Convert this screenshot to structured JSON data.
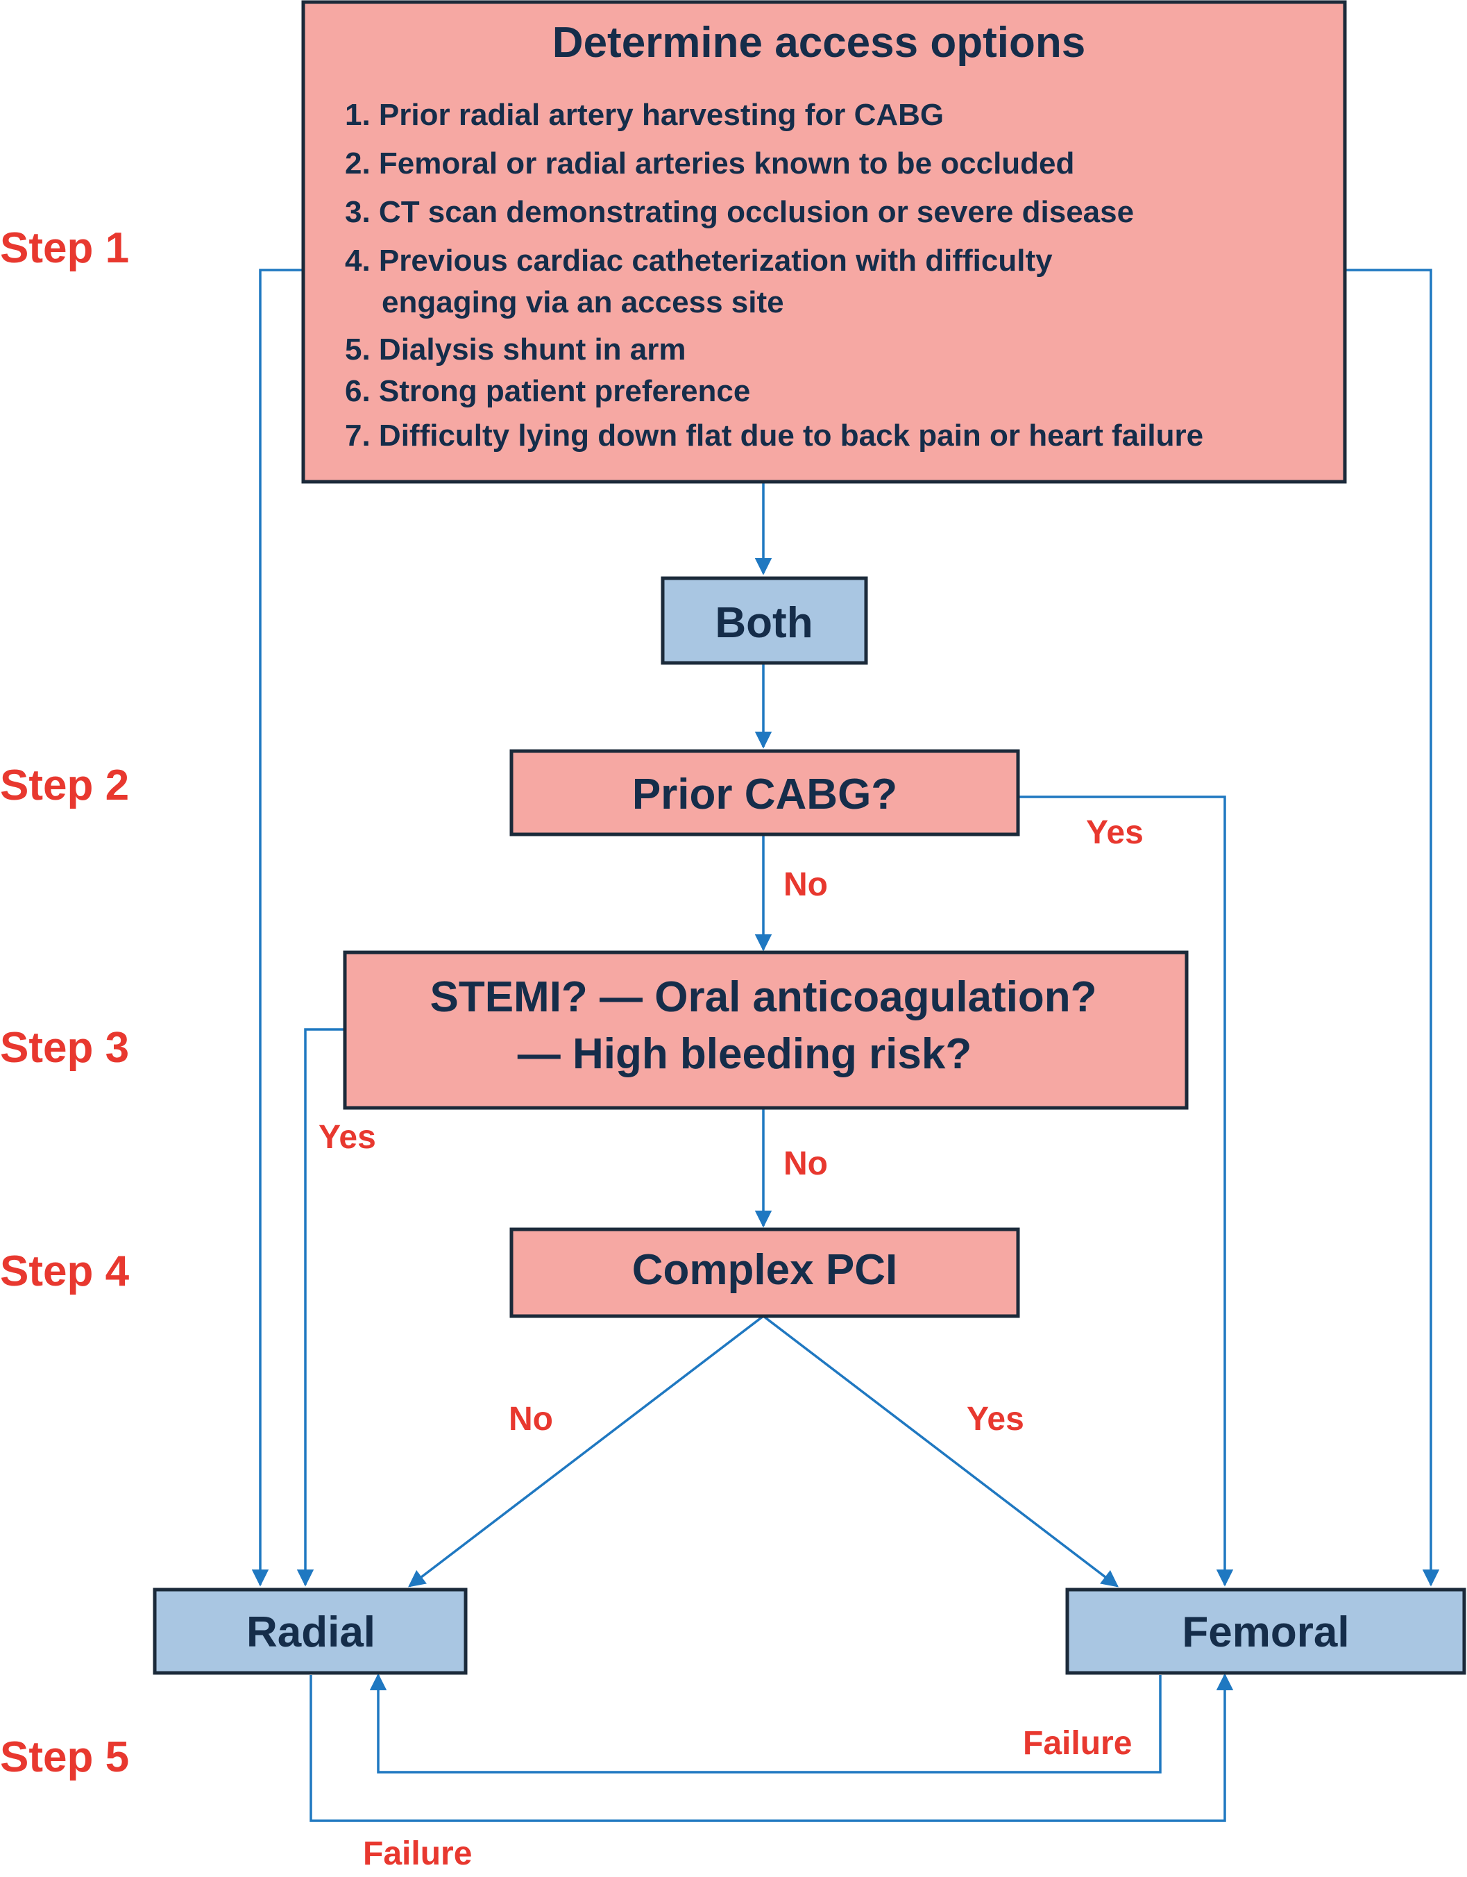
{
  "steps": [
    "Step 1",
    "Step 2",
    "Step 3",
    "Step 4",
    "Step 5"
  ],
  "box1": {
    "title": "Determine access options",
    "items": [
      "1. Prior radial artery harvesting for CABG",
      "2. Femoral or radial arteries known to be occluded",
      "3. CT scan demonstrating occlusion or severe disease",
      "4. Previous cardiac catheterization with difficulty",
      "engaging via an access site",
      "5. Dialysis shunt in arm",
      "6. Strong patient preference",
      "7. Difficulty lying down flat due to back pain or heart failure"
    ]
  },
  "both": "Both",
  "prior_cabg": "Prior CABG?",
  "stemi": {
    "line1": "STEMI? — Oral anticoagulation?",
    "line2": "— High bleeding risk?"
  },
  "complex_pci": "Complex PCI",
  "radial": "Radial",
  "femoral": "Femoral",
  "labels": {
    "yes_cabg": "Yes",
    "no_cabg": "No",
    "yes_stemi": "Yes",
    "no_stemi": "No",
    "no_pci": "No",
    "yes_pci": "Yes",
    "failure_femoral": "Failure",
    "failure_radial": "Failure"
  },
  "colors": {
    "decision_fill": "#f6a8a3",
    "outcome_fill": "#a9c6e2",
    "arrow": "#1f78c1",
    "label_red": "#e8382f",
    "text_navy": "#152d4a"
  }
}
